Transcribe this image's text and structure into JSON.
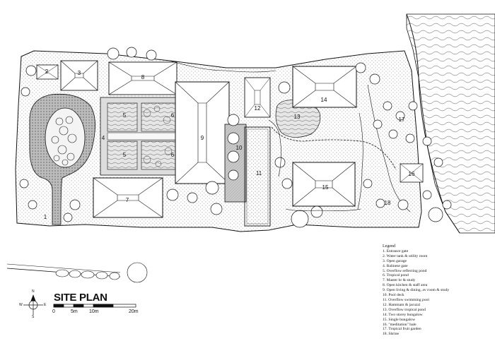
{
  "title": "SITE PLAN",
  "legend": {
    "title": "Legend",
    "items": [
      "1.  Entrance gate",
      "2.  Water tank & utility room",
      "3.  Open garage",
      "4.  Balinese gate",
      "5.  Overflow reflecting pond",
      "6.  Tropical pond",
      "7.  Master br & study",
      "8.  Open kitchen & staff area",
      "9.  Open living & dining, av room & study",
      "10. Pool deck",
      "11. Overflow swimming pool",
      "12. Hammam & jacuzzi",
      "13. Overflow tropical pond",
      "14. Two storey bungalow",
      "15. Single bungalow",
      "16. \"meditation\" bale",
      "17. Tropical fruit garden",
      "18. Shrine"
    ]
  },
  "scale": {
    "labels": [
      "0",
      "5m",
      "10m",
      "20m"
    ]
  },
  "compass": {
    "n": "N",
    "s": "S",
    "e": "E",
    "w": "W"
  },
  "numbers": [
    "1",
    "2",
    "3",
    "4",
    "5",
    "5",
    "6",
    "6",
    "7",
    "8",
    "9",
    "10",
    "11",
    "12",
    "13",
    "14",
    "15",
    "16",
    "17",
    "18"
  ],
  "colors": {
    "ink": "#111111",
    "paving": "#cfcfcf",
    "water": "#ececec"
  }
}
